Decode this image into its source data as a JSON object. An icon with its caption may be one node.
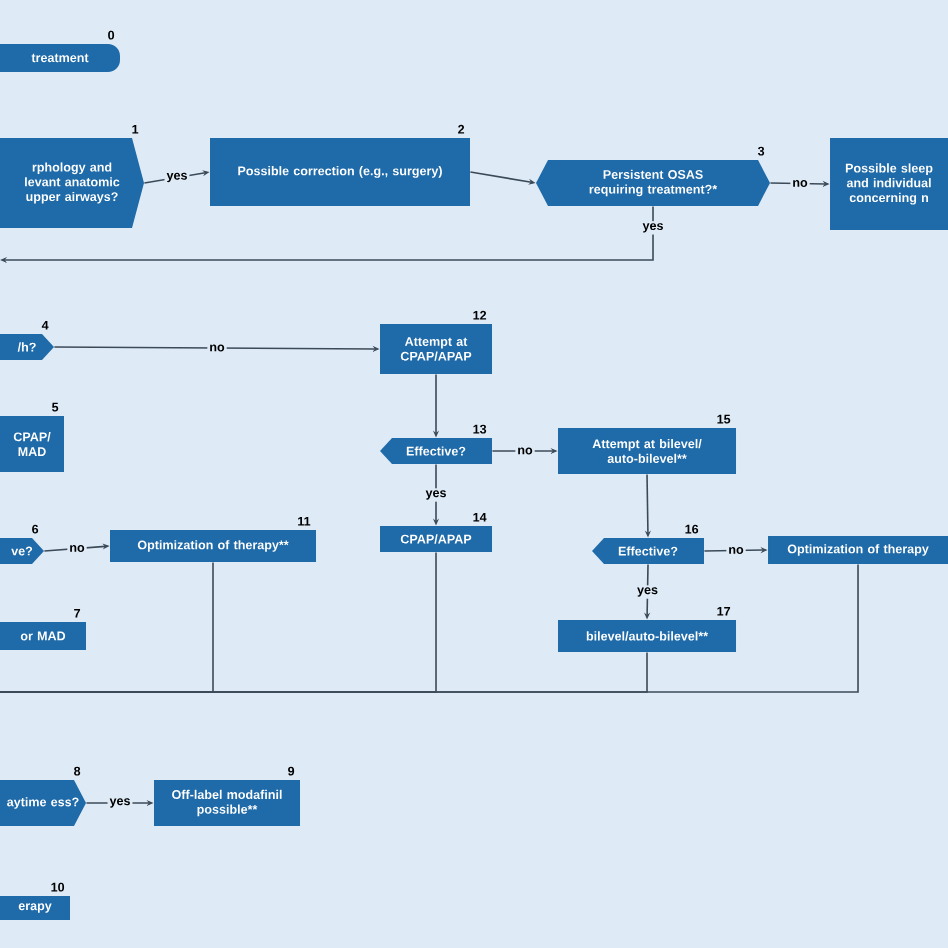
{
  "diagram": {
    "nodes": [
      {
        "text": [
          "treatment"
        ],
        "beside": [
          "0"
        ]
      },
      {
        "text": [
          "rphology and levant anatomic upper airways?"
        ],
        "beside": [
          "1"
        ]
      },
      {
        "text": [
          "Possible correction (e.g., surgery)"
        ],
        "beside": [
          "2"
        ]
      },
      {
        "text": [
          "Persistent OSAS requiring treatment?*"
        ],
        "beside": [
          "3"
        ]
      },
      {
        "text": [
          "Possible sleep and individual concerning n"
        ]
      },
      {
        "text": [
          "/h?"
        ],
        "beside": [
          "4"
        ]
      },
      {
        "text": [
          "Attempt at CPAP/APAP"
        ],
        "beside": [
          "12"
        ]
      },
      {
        "text": [
          "CPAP/ MAD"
        ],
        "beside": [
          "5"
        ]
      },
      {
        "text": [
          "Effective?"
        ],
        "beside": [
          "13"
        ]
      },
      {
        "text": [
          "Attempt at bilevel/ auto-bilevel**"
        ],
        "beside": [
          "15"
        ]
      },
      {
        "text": [
          "CPAP/APAP"
        ],
        "beside": [
          "14"
        ]
      },
      {
        "text": [
          "ve?"
        ],
        "beside": [
          "6"
        ]
      },
      {
        "text": [
          "Optimization of therapy**"
        ],
        "beside": [
          "11"
        ]
      },
      {
        "text": [
          "Effective?"
        ],
        "beside": [
          "16"
        ]
      },
      {
        "text": [
          "Optimization of therapy"
        ]
      },
      {
        "text": [
          "or MAD"
        ],
        "beside": [
          "7"
        ]
      },
      {
        "text": [
          "bilevel/auto-bilevel**"
        ],
        "beside": [
          "17"
        ]
      },
      {
        "text": [
          "aytime ess?"
        ],
        "beside": [
          "8"
        ]
      },
      {
        "text": [
          "Off-label modafinil possible**"
        ],
        "beside": [
          "9"
        ]
      },
      {
        "text": [
          "erapy"
        ],
        "beside": [
          "10"
        ]
      }
    ],
    "edges": [
      {
        "from": 1,
        "to": 2,
        "arrow": "to",
        "label": "yes"
      },
      {
        "from": 2,
        "to": 3,
        "arrow": "to"
      },
      {
        "from": 3,
        "to": 4,
        "arrow": "to",
        "label": "no"
      },
      {
        "from": 3,
        "to": null,
        "arrow": "to",
        "label": "yes"
      },
      {
        "from": 5,
        "to": 6,
        "arrow": "to",
        "label": "no"
      },
      {
        "from": 6,
        "to": 8,
        "arrow": "to"
      },
      {
        "from": 8,
        "to": 10,
        "arrow": "to",
        "label": "yes"
      },
      {
        "from": 8,
        "to": 9,
        "arrow": "to",
        "label": "no"
      },
      {
        "from": 9,
        "to": 13,
        "arrow": "to"
      },
      {
        "from": 13,
        "to": 16,
        "arrow": "to",
        "label": "yes"
      },
      {
        "from": 13,
        "to": 14,
        "arrow": "to",
        "label": "no"
      },
      {
        "from": 11,
        "to": 12,
        "arrow": "to",
        "label": "no"
      },
      {
        "from": 17,
        "to": 18,
        "arrow": "to",
        "label": "yes"
      },
      {
        "from": 12,
        "to": null,
        "arrow": "none"
      },
      {
        "from": 10,
        "to": null,
        "arrow": "none"
      },
      {
        "from": 16,
        "to": null,
        "arrow": "none"
      },
      {
        "from": 14,
        "to": null,
        "arrow": "none"
      }
    ]
  }
}
